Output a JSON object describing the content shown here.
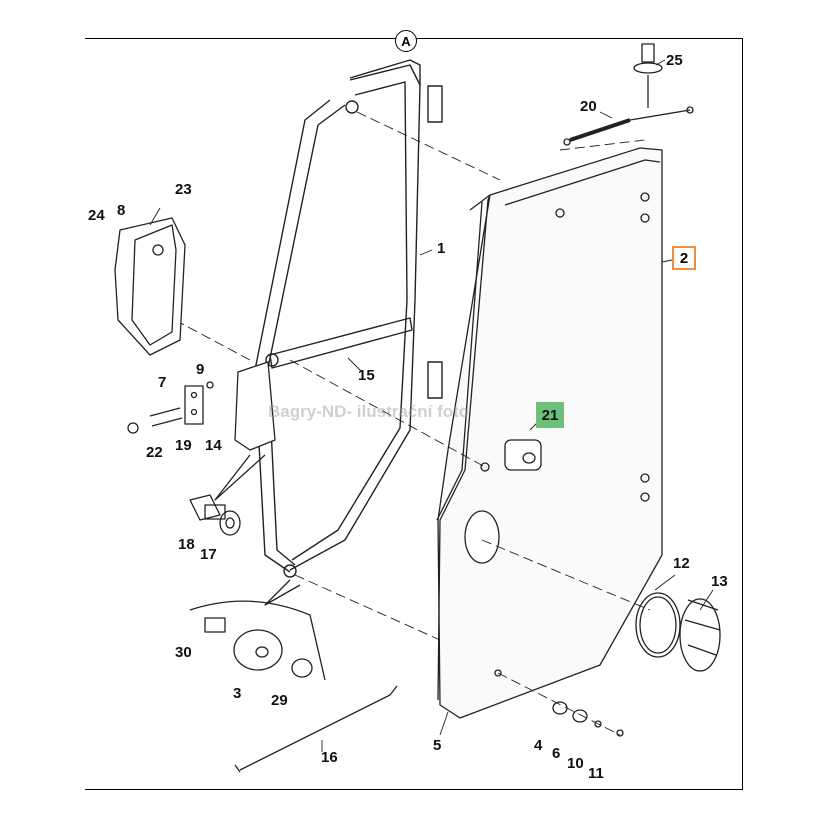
{
  "view_marker": "A",
  "watermark": "Bagry-ND- ilustrační foto",
  "callouts": {
    "p1": "1",
    "p2": "2",
    "p3": "3",
    "p4": "4",
    "p5": "5",
    "p6": "6",
    "p7": "7",
    "p8": "8",
    "p9": "9",
    "p10": "10",
    "p11": "11",
    "p12": "12",
    "p13": "13",
    "p14": "14",
    "p15": "15",
    "p16": "16",
    "p17": "17",
    "p18": "18",
    "p19": "19",
    "p20": "20",
    "p21": "21",
    "p22": "22",
    "p23": "23",
    "p24": "24",
    "p25": "25",
    "p29": "29",
    "p30": "30"
  },
  "highlight_colors": {
    "selected_outline": "#f28c3c",
    "secondary_fill": "#6cc07a"
  }
}
